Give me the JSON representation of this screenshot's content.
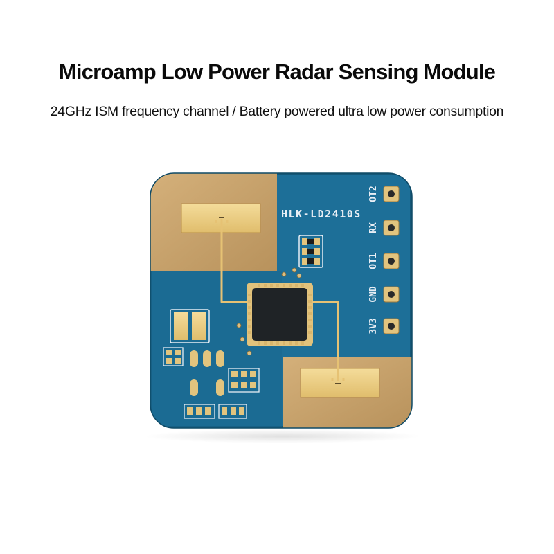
{
  "header": {
    "title": "Microamp Low Power Radar Sensing Module",
    "subtitle": "24GHz ISM frequency channel / Battery powered ultra low power consumption"
  },
  "board": {
    "model_label": "HLK-LD2410S",
    "pins": [
      "OT2",
      "RX",
      "OT1",
      "GND",
      "3V3"
    ],
    "colors": {
      "pcb": "#1d6f98",
      "gold": "#c9a36a",
      "chip": "#1f2326",
      "silkscreen": "#e8eef5"
    }
  }
}
